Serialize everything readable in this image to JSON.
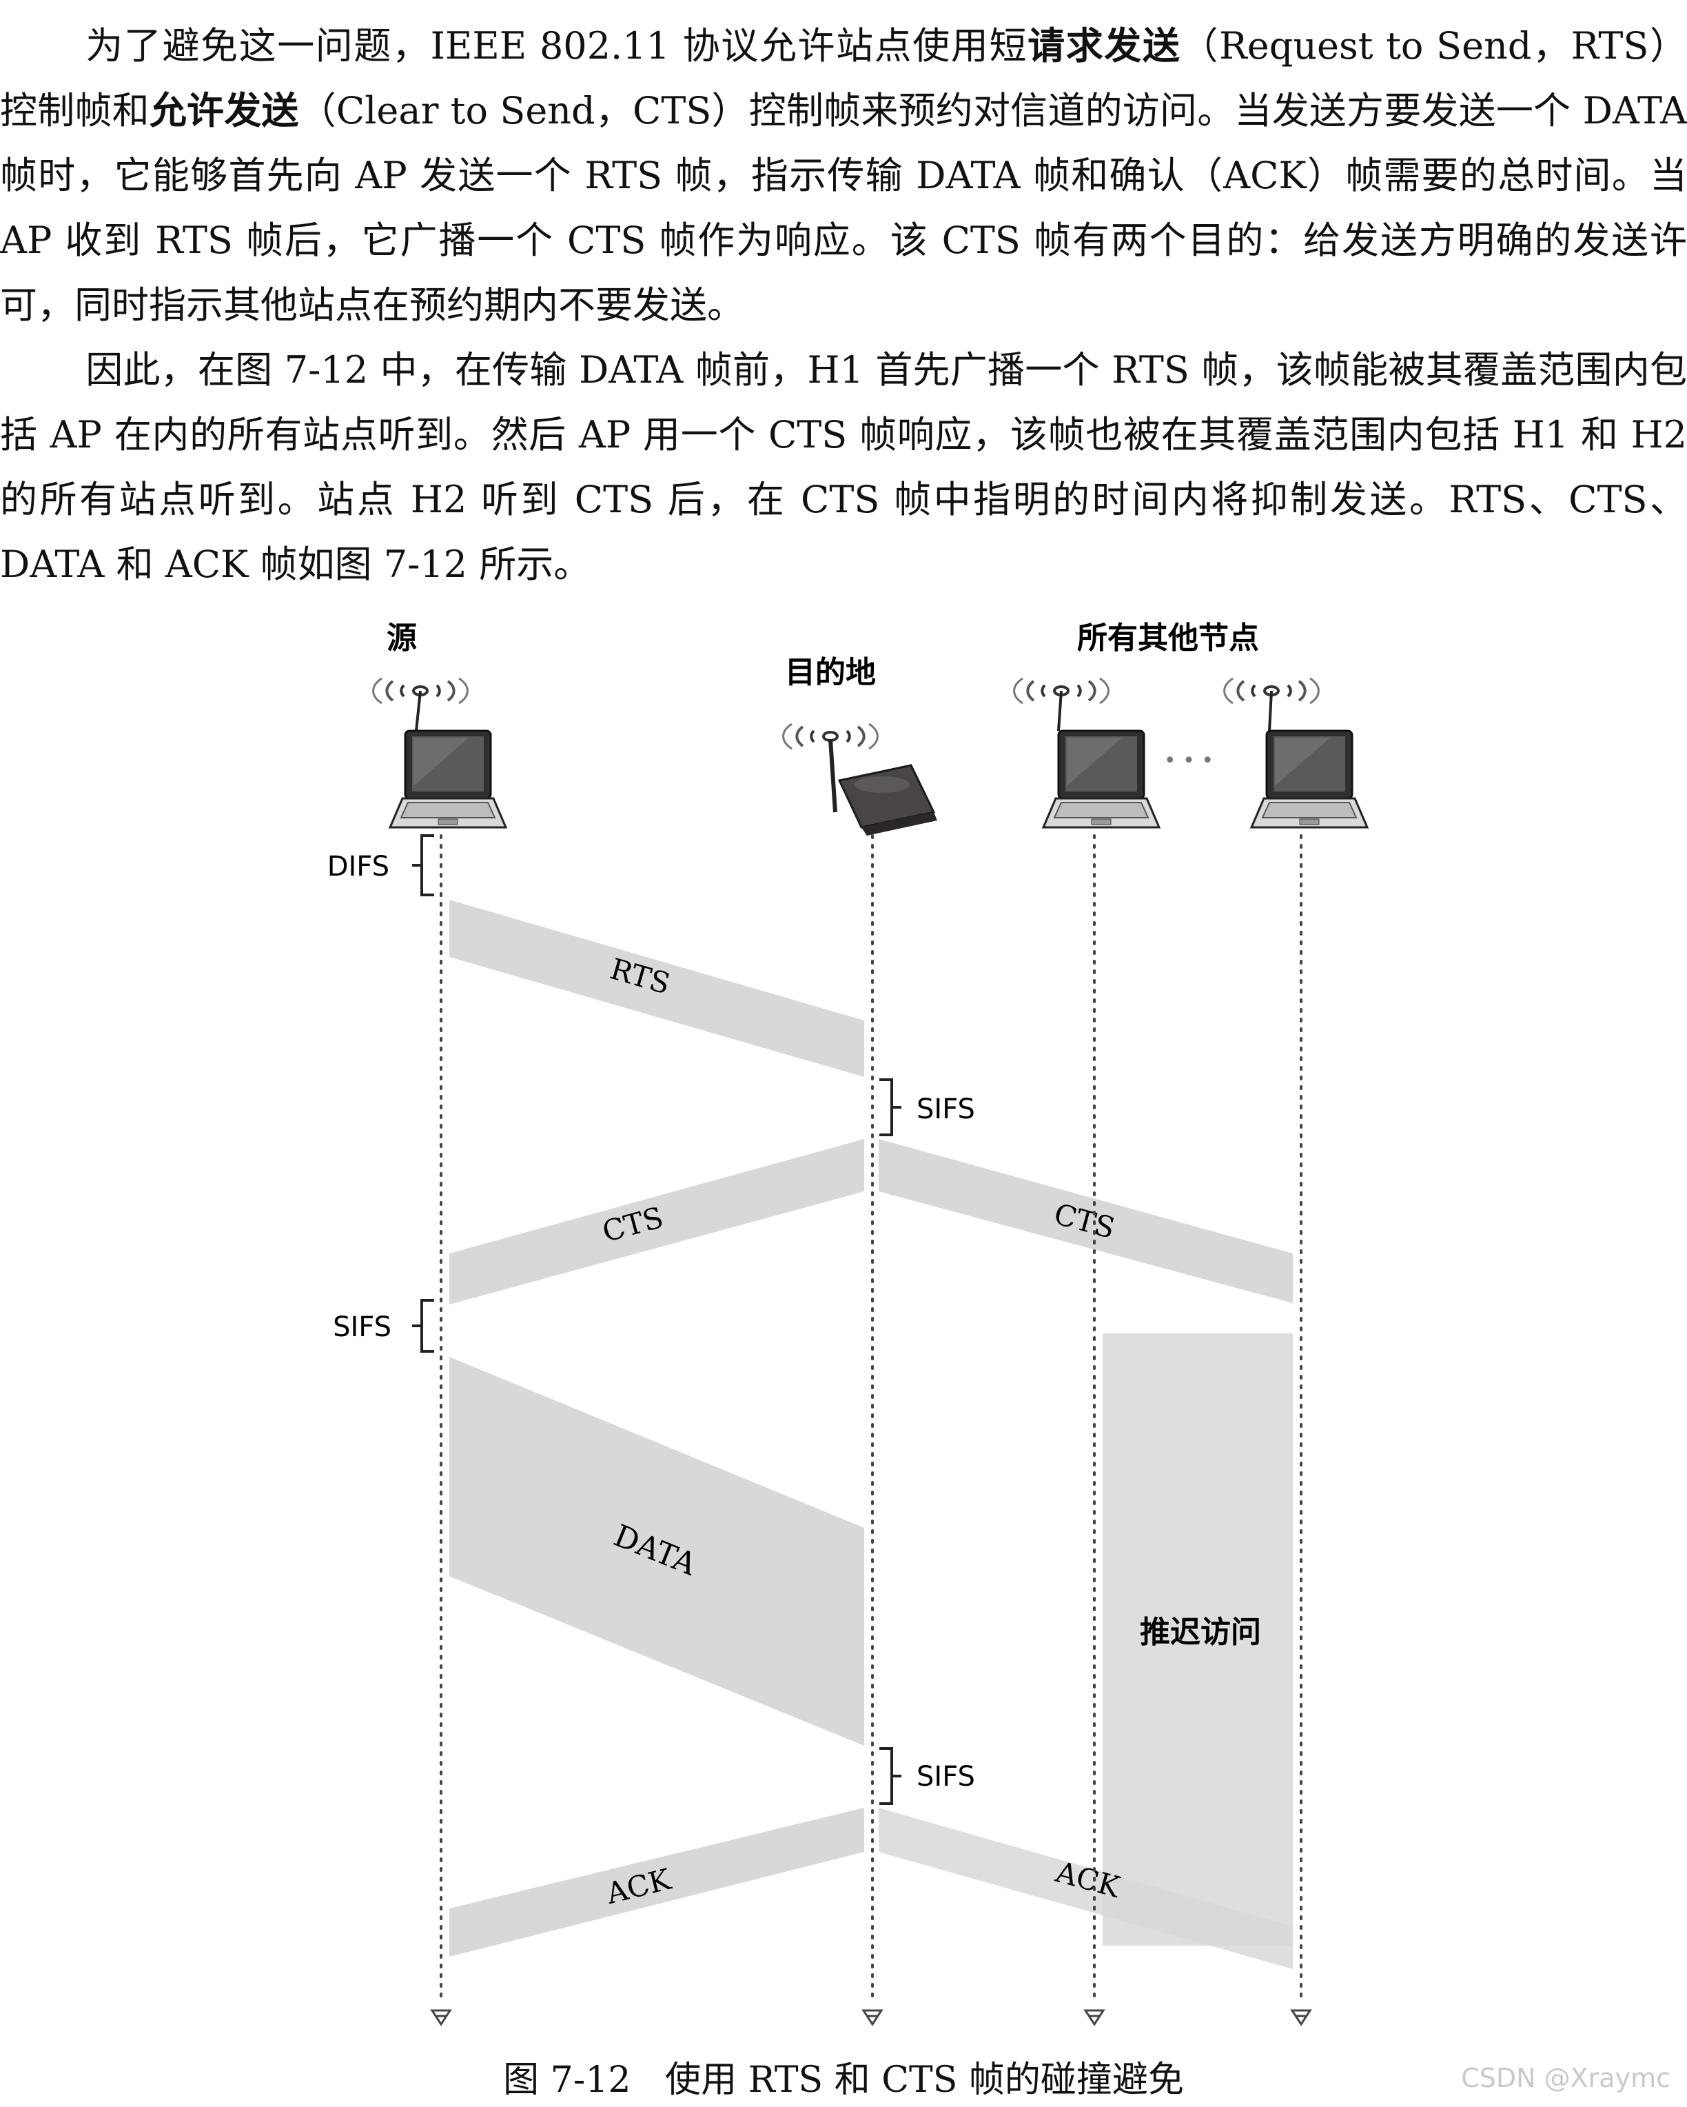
{
  "body_text": {
    "p1_part1": "为了避免这一问题，IEEE 802.11 协议允许站点使用短",
    "p1_bold1": "请求发送",
    "p1_part2": "（Request to Send，RTS）控制帧和",
    "p1_bold2": "允许发送",
    "p1_part3": "（Clear to Send，CTS）控制帧来预约对信道的访问。当发送方要发送一个 DATA 帧时，它能够首先向 AP 发送一个 RTS 帧，指示传输 DATA 帧和确认（ACK）帧需要的总时间。当 AP 收到 RTS 帧后，它广播一个 CTS 帧作为响应。该 CTS 帧有两个目的：给发送方明确的发送许可，同时指示其他站点在预约期内不要发送。",
    "p2": "因此，在图 7-12 中，在传输 DATA 帧前，H1 首先广播一个 RTS 帧，该帧能被其覆盖范围内包括 AP 在内的所有站点听到。然后 AP 用一个 CTS 帧响应，该帧也被在其覆盖范围内包括 H1 和 H2 的所有站点听到。站点 H2 听到 CTS 后，在 CTS 帧中指明的时间内将抑制发送。RTS、CTS、DATA 和 ACK 帧如图 7-12 所示。"
  },
  "diagram": {
    "labels": {
      "source": "源",
      "destination": "目的地",
      "others": "所有其他节点",
      "ellipsis": "• • •"
    },
    "frames": {
      "rts": "RTS",
      "cts": "CTS",
      "cts_others": "CTS",
      "data": "DATA",
      "ack": "ACK",
      "ack_others": "ACK",
      "defer": "推迟访问"
    },
    "intervals": {
      "difs": "DIFS",
      "sifs1": "SIFS",
      "sifs2": "SIFS",
      "sifs3": "SIFS"
    },
    "colors": {
      "frame_fill": "#d8d8d8",
      "defer_fill": "#dedede",
      "router_body": "#3d3a3a",
      "dotted_line": "#444444"
    },
    "icons": [
      "wifi-signal-icon",
      "laptop-icon",
      "router-icon",
      "arrow-down-icon"
    ]
  },
  "caption": {
    "number": "图 7-12",
    "text": "使用 RTS 和 CTS 帧的碰撞避免"
  },
  "watermark": "CSDN @Xraymc"
}
